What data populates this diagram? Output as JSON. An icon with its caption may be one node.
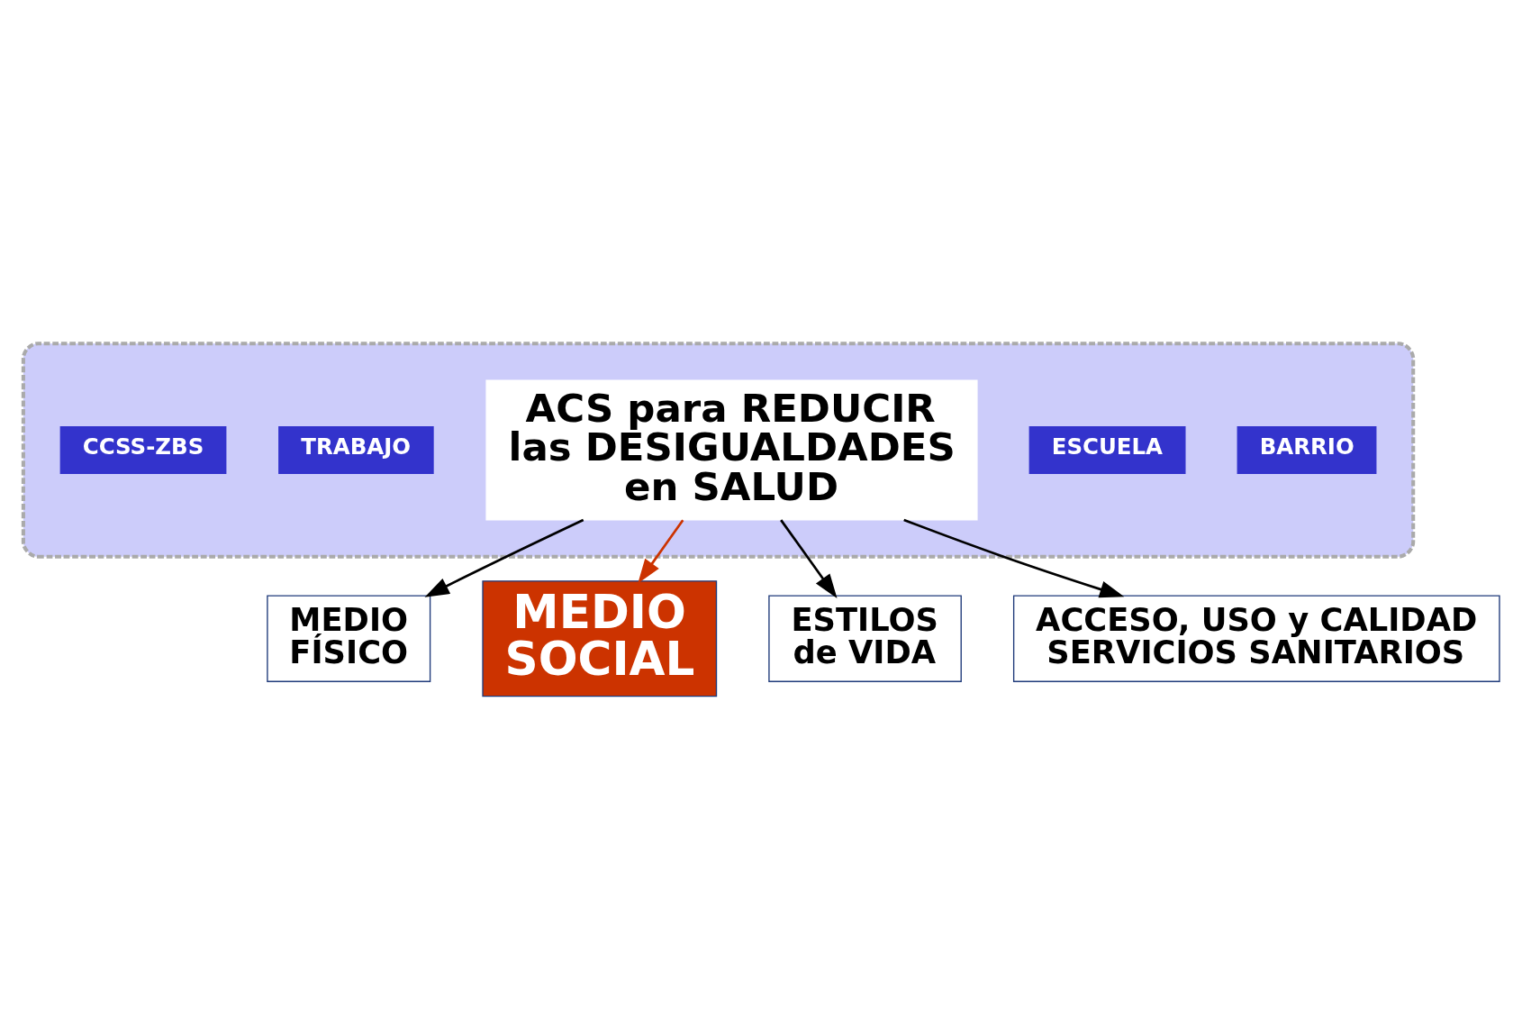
{
  "diagram": {
    "nodes": [
      {
        "text": [],
        "shape": "ellipse"
      },
      {
        "text": [
          "MEDIO FÍSICO"
        ]
      },
      {
        "text": [
          "BARRIO"
        ],
        "in": 0
      },
      {
        "text": [
          "ESCUELA"
        ],
        "in": 0
      },
      {
        "text": [
          "MEDIO SOCIAL"
        ]
      },
      {
        "text": [
          "ACS para REDUCIR las DESIGUALDADES en SALUD"
        ],
        "in": 0
      },
      {
        "text": [
          "ESTILOS de VIDA"
        ]
      },
      {
        "text": [
          "TRABAJO"
        ],
        "in": 0
      },
      {
        "text": [
          "CCSS-ZBS"
        ],
        "in": 0
      },
      {
        "text": [
          "ACCESO, USO y CALIDAD SERVICIOS SANITARIOS"
        ]
      }
    ],
    "edges": [
      {
        "from": 5,
        "to": 1,
        "arrow": "to"
      },
      {
        "from": 5,
        "to": 4,
        "arrow": "to",
        "color": "#cc3300"
      },
      {
        "from": 5,
        "to": 6,
        "arrow": "to"
      },
      {
        "from": 5,
        "to": 9,
        "arrow": "to"
      }
    ]
  }
}
